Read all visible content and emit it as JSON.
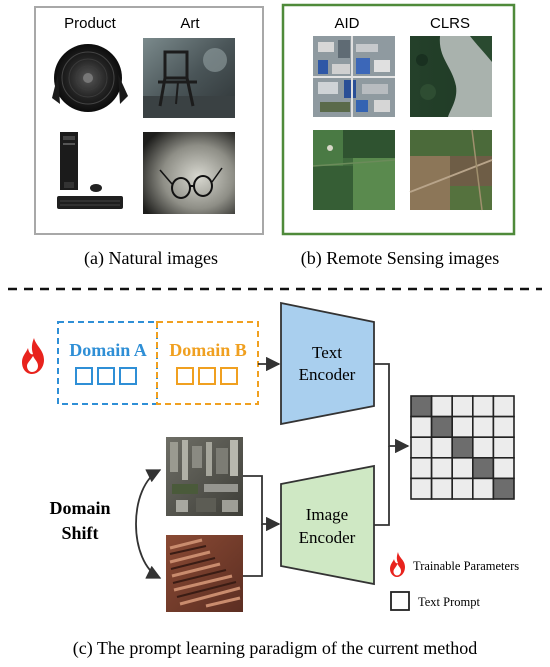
{
  "panel_a": {
    "col_labels": [
      "Product",
      "Art"
    ],
    "caption": "(a) Natural images"
  },
  "panel_b": {
    "col_labels": [
      "AID",
      "CLRS"
    ],
    "caption": "(b) Remote Sensing images"
  },
  "panel_c": {
    "domain_a_label": "Domain A",
    "domain_b_label": "Domain B",
    "text_encoder": [
      "Text",
      "Encoder"
    ],
    "image_encoder": [
      "Image",
      "Encoder"
    ],
    "domain_shift": [
      "Domain",
      "Shift"
    ],
    "legend_trainable": "Trainable Parameters",
    "legend_prompt": "Text Prompt",
    "caption": "(c) The prompt learning paradigm of the current method",
    "matrix": {
      "rows": 5,
      "cols": 5,
      "highlighted": [
        [
          0,
          0
        ],
        [
          1,
          1
        ],
        [
          2,
          2
        ],
        [
          3,
          3
        ],
        [
          4,
          4
        ]
      ]
    }
  },
  "colors": {
    "domain_a": "#2f8fd6",
    "domain_b": "#f0a020",
    "text_encoder_fill": "#a9cfee",
    "image_encoder_fill": "#cfe8c4",
    "panel_b_border": "#4f8a3a",
    "panel_a_border": "#a8a8a8",
    "flame": "#e8231d",
    "matrix_dark": "#6d6d6d",
    "matrix_light": "#ececec"
  },
  "icons": [
    "flame-icon",
    "text-prompt-box-icon"
  ]
}
